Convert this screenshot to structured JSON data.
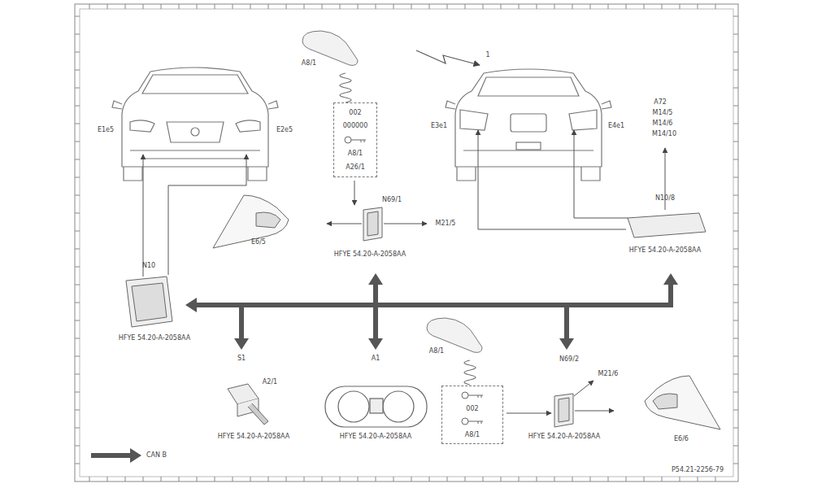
{
  "diagram": {
    "nodes": [
      {
        "text": [
          "002",
          "000000",
          "A8/1",
          "A26/1"
        ]
      },
      {
        "text": [
          "002",
          "A8/1"
        ]
      }
    ],
    "edges": [],
    "labels": [
      "A8/1",
      "1",
      "E1e5",
      "E2e5",
      "E3e1",
      "E4e1",
      "A72",
      "M14/5",
      "M14/6",
      "M14/10",
      "N10/8",
      "N69/1",
      "M21/5",
      "E6/5",
      "HFYE 54.20-A-2058AA",
      "HFYE 54.20-A-2058AA",
      "N10",
      "HFYE 54.20-A-2058AA",
      "S1",
      "A2/1",
      "HFYE 54.20-A-2058AA",
      "A1",
      "HFYE 54.20-A-2058AA",
      "A8/1",
      "N69/2",
      "M21/6",
      "E6/6",
      "HFYE 54.20-A-2058AA",
      "P54.21-2256-79"
    ],
    "legend": [
      {
        "text": "CAN B"
      }
    ]
  }
}
